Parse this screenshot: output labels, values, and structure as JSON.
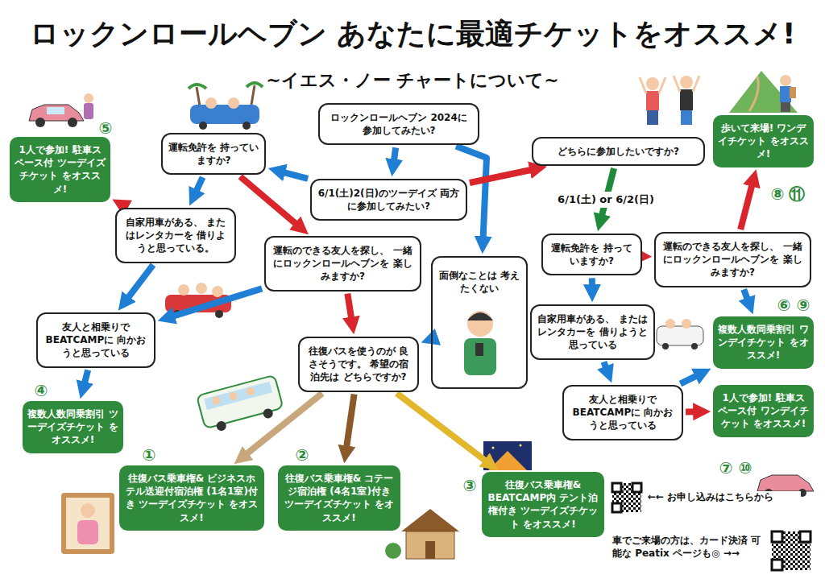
{
  "diagram": {
    "title": "ロックンロールヘブン あなたに最適チケットをオススメ!",
    "nodes": [
      {
        "text": [
          "ロックンロールヘブン 2024に 参加してみたい?"
        ]
      },
      {
        "text": [
          "6/1(土)2(日)のツーデイズ 両方に参加してみたい?"
        ]
      },
      {
        "text": [
          "運転免許を 持っていますか?"
        ]
      },
      {
        "text": [
          "自家用車がある、 またはレンタカーを 借りようと思っている。"
        ]
      },
      {
        "text": [
          "友人と相乗りで BEATCAMPに 向かおうと思っている"
        ]
      },
      {
        "text": [
          "運転のできる友人を探し、 一緒にロックンロールヘブンを 楽しみますか?"
        ]
      },
      {
        "text": [
          "往復バスを使うのが 良さそうです。 希望の宿泊先は どちらですか?"
        ]
      },
      {
        "text": [
          "面倒なことは 考えたくない"
        ]
      },
      {
        "text": [
          "どちらに参加したいですか?"
        ]
      },
      {
        "text": [
          "運転免許を 持っていますか?"
        ]
      },
      {
        "text": [
          "自家用車がある、 またはレンタカーを 借りようと思っている"
        ]
      },
      {
        "text": [
          "友人と相乗りで BEATCAMPに 向かおうと思っている"
        ]
      },
      {
        "text": [
          "運転のできる友人を探し、 一緒にロックンロールヘブンを 楽しみますか?"
        ]
      },
      {
        "text": [
          "1人で参加! 駐車スペース付 ツーデイズチケット をオススメ!"
        ]
      },
      {
        "text": [
          "複数人数同乗割引 ツーデイズチケット をオススメ!"
        ]
      },
      {
        "text": [
          "往復バス乗車権& ビジネスホテル送迎付宿泊権 (1名1室)付き ツーデイズチケット をオススメ!"
        ]
      },
      {
        "text": [
          "往復バス乗車権& コテージ宿泊権 (4名1室)付き ツーデイズチケット をオススメ!"
        ]
      },
      {
        "text": [
          "往復バス乗車権& BEATCAMP内 テント泊権付き ツーデイズチケット をオススメ!"
        ]
      },
      {
        "text": [
          "歩いて来場! ワンデイチケット をオススメ!"
        ]
      },
      {
        "text": [
          "複数人数同乗割引 ワンデイチケット をオススメ!"
        ]
      },
      {
        "text": [
          "1人で参加! 駐車スペース付 ワンデイチケット をオススメ!"
        ]
      }
    ],
    "edges": [
      {
        "from": 0,
        "to": 1,
        "arrow": "to"
      },
      {
        "from": 0,
        "to": 7,
        "arrow": "to"
      },
      {
        "from": 1,
        "to": 2,
        "arrow": "to"
      },
      {
        "from": 1,
        "to": 8,
        "arrow": "to"
      },
      {
        "from": 2,
        "to": 3,
        "arrow": "to"
      },
      {
        "from": 2,
        "to": 5,
        "arrow": "to"
      },
      {
        "from": 3,
        "to": 13,
        "arrow": "to"
      },
      {
        "from": 3,
        "to": 4,
        "arrow": "to"
      },
      {
        "from": 4,
        "to": 14,
        "arrow": "to"
      },
      {
        "from": 5,
        "to": 4,
        "arrow": "to"
      },
      {
        "from": 5,
        "to": 6,
        "arrow": "to"
      },
      {
        "from": 7,
        "to": 6,
        "arrow": "to"
      },
      {
        "from": 6,
        "to": 15,
        "arrow": "to"
      },
      {
        "from": 6,
        "to": 16,
        "arrow": "to"
      },
      {
        "from": 6,
        "to": 17,
        "arrow": "to"
      },
      {
        "from": 8,
        "to": 9,
        "label": "6/1(土) or 6/2(日)",
        "arrow": "to"
      },
      {
        "from": 9,
        "to": 10,
        "arrow": "to"
      },
      {
        "from": 9,
        "to": 12,
        "arrow": "to"
      },
      {
        "from": 10,
        "to": 11,
        "arrow": "to"
      },
      {
        "from": 11,
        "to": 19,
        "arrow": "to"
      },
      {
        "from": 11,
        "to": 20,
        "arrow": "to"
      },
      {
        "from": 12,
        "to": 18,
        "arrow": "to"
      },
      {
        "from": 12,
        "to": 19,
        "arrow": "to"
      }
    ],
    "labels": [
      "~イエス・ノー チャートについて~",
      "⑤",
      "④",
      "①",
      "②",
      "③",
      "⑧",
      "⑪",
      "⑥",
      "⑨",
      "⑦",
      "⑩",
      "←← お申し込みはこちらから",
      "車でご来場の方は、カード決済 可能な Peatix ページも◎ →→"
    ]
  }
}
